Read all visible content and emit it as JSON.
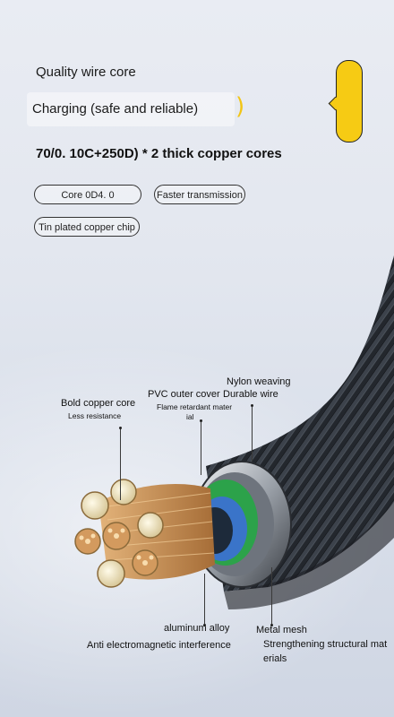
{
  "header": {
    "title": "Quality wire core",
    "subtitle": "Charging (safe and reliable)",
    "bracket": ")",
    "spec": "70/0. 10C+250D) * 2 thick copper cores"
  },
  "tags": {
    "core": "Core 0D4. 0",
    "faster": "Faster transmission",
    "tin": "Tin plated copper chip"
  },
  "callouts": {
    "nylon_line1": "Nylon weaving",
    "nylon_line2": "Durable wire",
    "pvc_title": "PVC outer cover",
    "pvc_desc_line1": "Flame retardant mater",
    "pvc_desc_line2": "ial",
    "copper_title": "Bold copper core",
    "copper_desc": "Less resistance",
    "aluminum_title": "aluminum alloy",
    "aluminum_desc": "Anti electromagnetic interference",
    "mesh_title": "Metal mesh",
    "mesh_desc_line1": "Strengthening structural mat",
    "mesh_desc_line2": "erials"
  },
  "colors": {
    "accent_yellow": "#f6cb14",
    "copper": "#c8935a",
    "pvc_green": "#2ca24a",
    "inner_blue": "#3a74c9",
    "nylon_dark": "#1e2126"
  }
}
